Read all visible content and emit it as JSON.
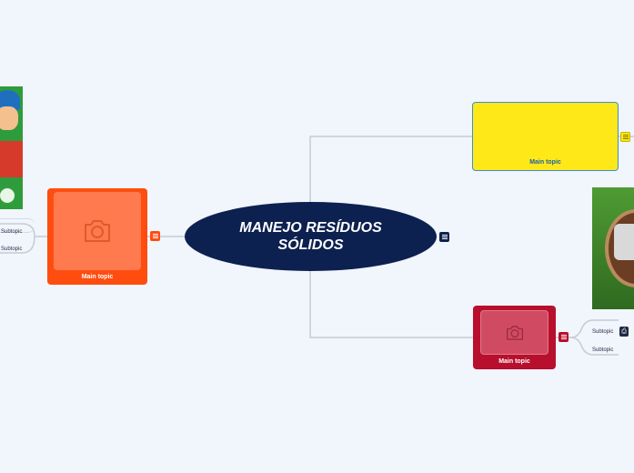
{
  "central": {
    "title": "MANEJO RESÍDUOS SÓLIDOS"
  },
  "topics": [
    {
      "label": "Main topic",
      "color": "#ff4d0f"
    },
    {
      "label": "Main topic",
      "color": "#ffe817"
    },
    {
      "label": "Main topic",
      "color": "#b80f2d"
    }
  ],
  "left_subtopics": [
    "Subtopic",
    "Subtopic"
  ],
  "right_subtopics": [
    "Subtopic",
    "Subtopic"
  ],
  "icons": {
    "camera": "camera-icon",
    "notes": "notes-icon",
    "attachment": "attachment-icon"
  }
}
